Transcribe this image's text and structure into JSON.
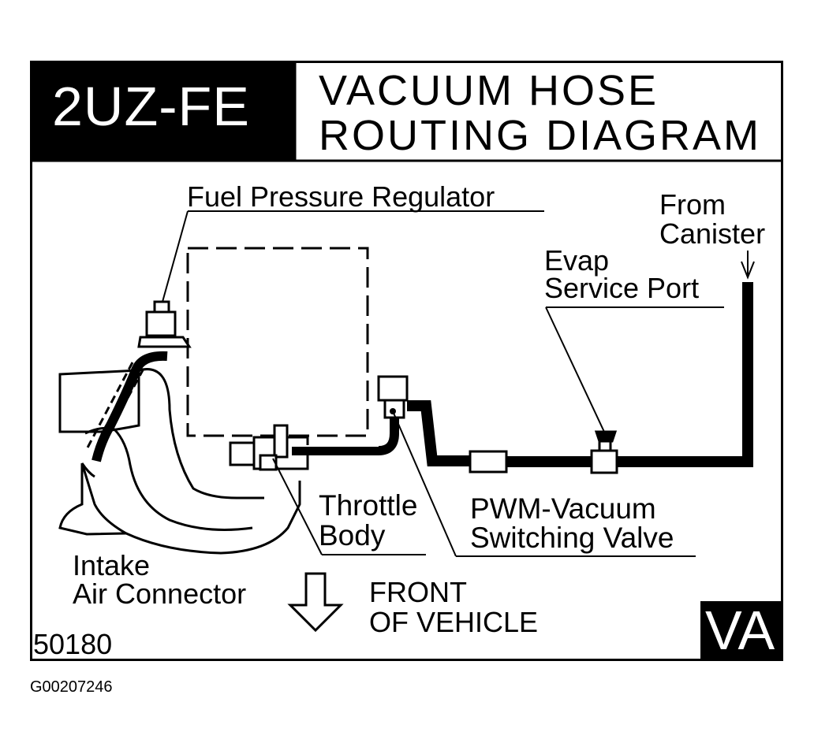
{
  "header": {
    "engine_code": "2UZ-FE",
    "title_line1": "VACUUM HOSE",
    "title_line2": "ROUTING DIAGRAM"
  },
  "labels": {
    "fuel_pressure_regulator": "Fuel Pressure Regulator",
    "from_canister_1": "From",
    "from_canister_2": "Canister",
    "evap_1": "Evap",
    "evap_2": "Service Port",
    "throttle_1": "Throttle",
    "throttle_2": "Body",
    "pwm_1": "PWM-Vacuum",
    "pwm_2": "Switching Valve",
    "intake_1": "Intake",
    "intake_2": "Air Connector",
    "front_1": "FRONT",
    "front_2": "OF VEHICLE"
  },
  "footer": {
    "code": "50180",
    "region_badge": "VA",
    "figure_id": "G00207246"
  },
  "colors": {
    "ink": "#000000",
    "paper": "#ffffff"
  }
}
